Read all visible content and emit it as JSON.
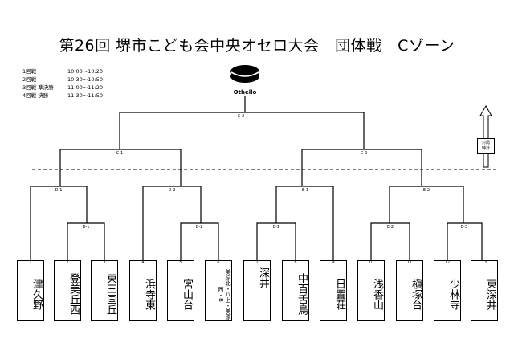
{
  "title": "第26回 堺市こども会中央オセロ大会　団体戦　Cゾーン",
  "schedule": [
    {
      "round": "1回戦",
      "time": "10:00〜10:20"
    },
    {
      "round": "2回戦",
      "time": "10:30〜10:50"
    },
    {
      "round": "3回戦 準決勝",
      "time": "11:00〜11:20"
    },
    {
      "round": "4回戦 決勝",
      "time": "11:30〜11:50"
    }
  ],
  "logo_text": "Othello",
  "note": "対局\n時計",
  "match_labels": {
    "final": "C-2",
    "semi_left": "C-1",
    "semi_right": "C-2",
    "qf1": "D-1",
    "qf2": "D-2",
    "qf3": "E-1",
    "qf4": "E-2",
    "r1_a": "D-1",
    "r1_b": "D-2",
    "r1_c": "E-1",
    "r1_d": "E-2",
    "r1_e": "E-3"
  },
  "teams": [
    {
      "num": "1",
      "name": "津久野"
    },
    {
      "num": "2",
      "name": "登美丘西"
    },
    {
      "num": "3",
      "name": "東三国丘"
    },
    {
      "num": "4",
      "name": "浜寺東"
    },
    {
      "num": "5",
      "name": "宮山台"
    },
    {
      "num": "6",
      "name": "美原北・八上・美原西・B"
    },
    {
      "num": "7",
      "name": "深井"
    },
    {
      "num": "8",
      "name": "中百舌鳥"
    },
    {
      "num": "9",
      "name": "日置荘"
    },
    {
      "num": "10",
      "name": "浅香山"
    },
    {
      "num": "11",
      "name": "槇塚台"
    },
    {
      "num": "12",
      "name": "少林寺"
    },
    {
      "num": "13",
      "name": "東深井"
    }
  ]
}
